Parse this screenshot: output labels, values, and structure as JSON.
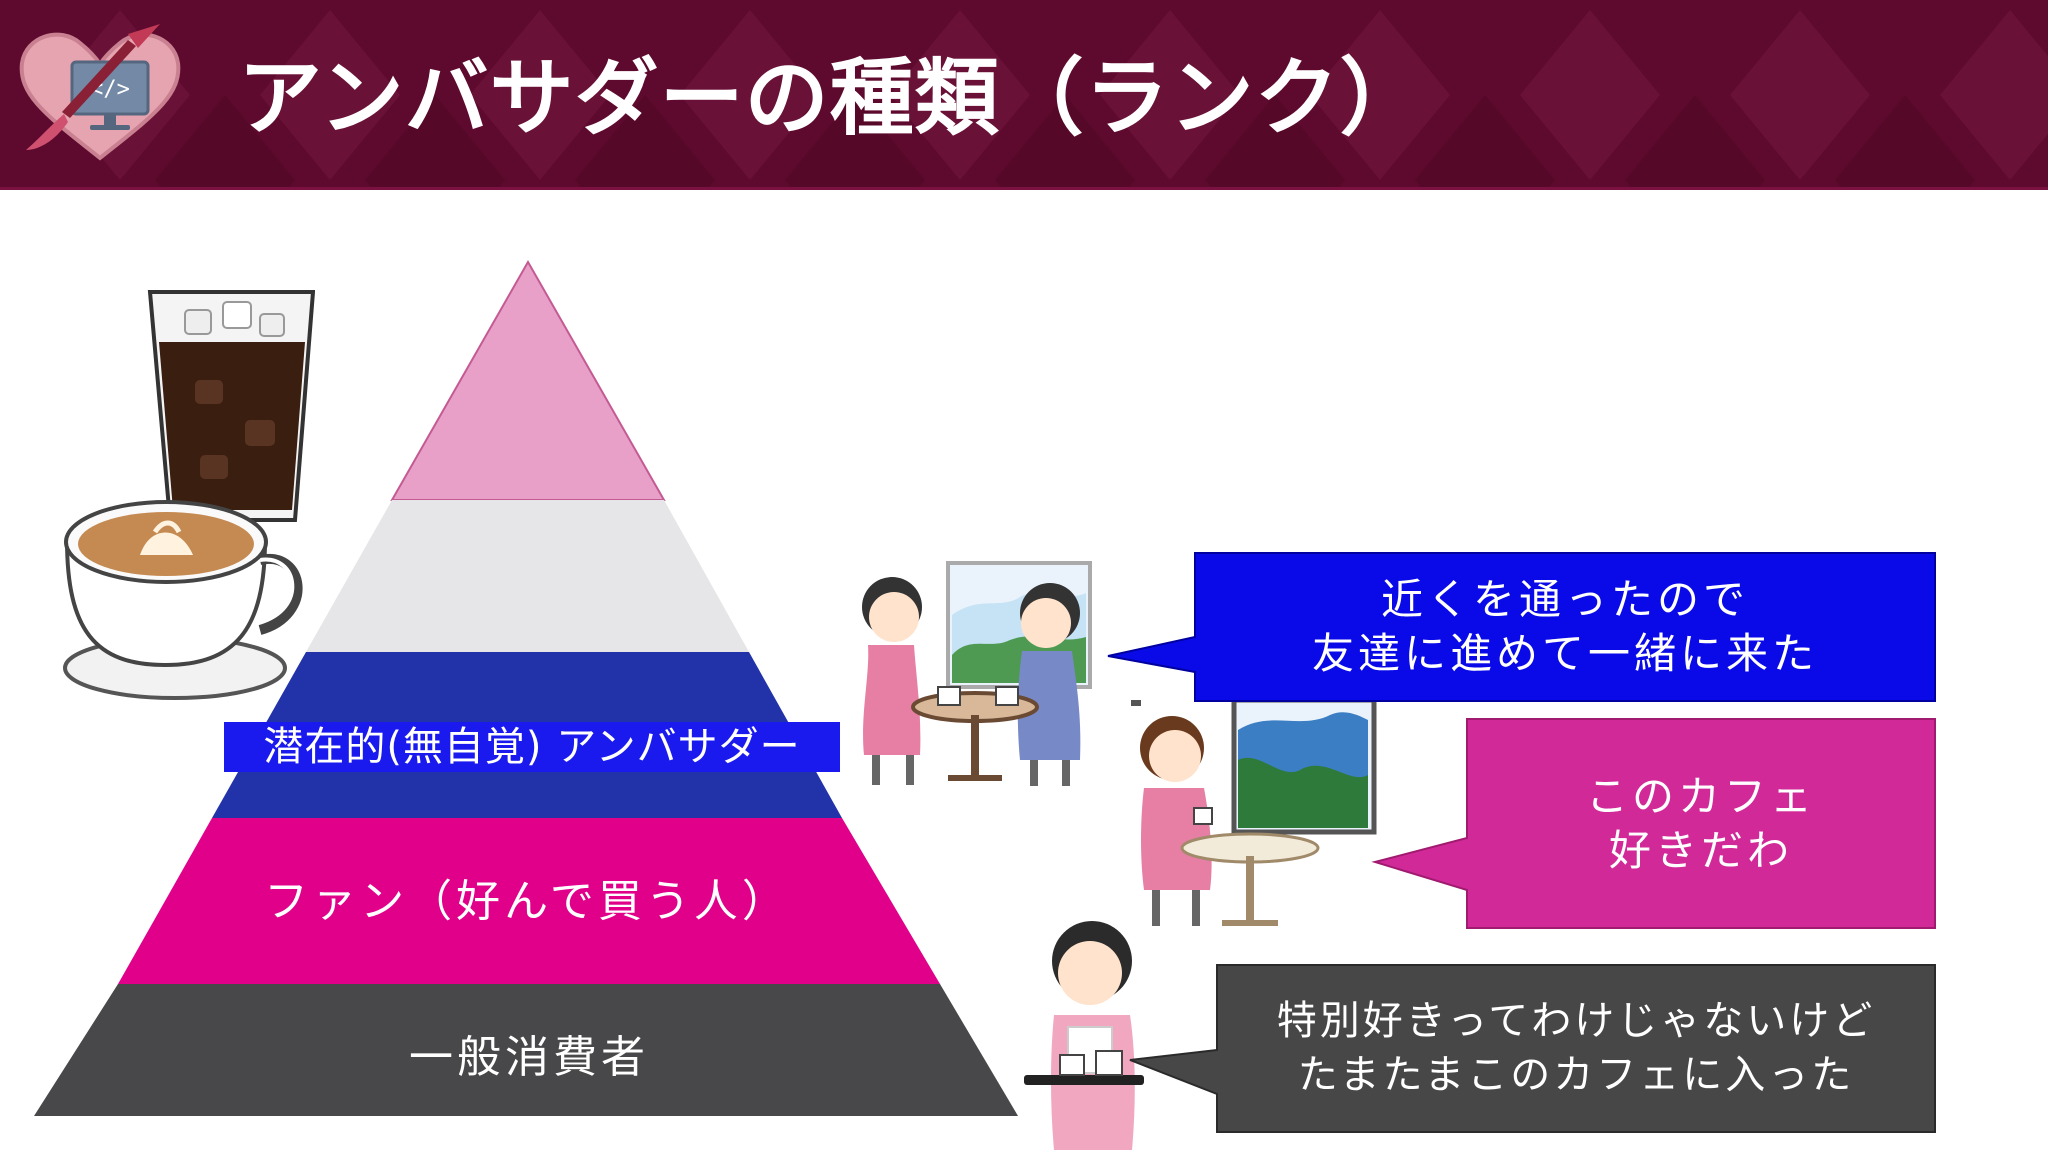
{
  "slide": {
    "title": "アンバサダーの種類（ランク）"
  },
  "logo": {
    "icon": "heart-paintbrush-monitor-icon",
    "code_glyph": "</>"
  },
  "pyramid": {
    "levels": [
      {
        "name": "top",
        "label": "",
        "color": "#e8a0c8"
      },
      {
        "name": "second",
        "label": "",
        "color": "#e6e6e8"
      },
      {
        "name": "latent",
        "label": "潜在的(無自覚) アンバサダー",
        "color": "#2233aa"
      },
      {
        "name": "fan",
        "label": "ファン（好んで買う人）",
        "color": "#e0008a"
      },
      {
        "name": "consumer",
        "label": "一般消費者",
        "color": "#48484a"
      }
    ]
  },
  "bubbles": [
    {
      "name": "blue",
      "lines": [
        "近くを通ったので",
        "友達に進めて一緒に来た"
      ],
      "color": "#0a0ae8"
    },
    {
      "name": "pink",
      "lines": [
        "このカフェ",
        "好きだわ"
      ],
      "color": "#d12a98"
    },
    {
      "name": "gray",
      "lines": [
        "特別好きってわけじゃないけど",
        "たまたまこのカフェに入った"
      ],
      "color": "#474747"
    }
  ],
  "illustrations": {
    "drinks": "coffee-drinks-illustration",
    "friends": "two-women-cafe-illustration",
    "single": "woman-drinking-coffee-illustration",
    "waitress": "waitress-with-tray-illustration"
  }
}
